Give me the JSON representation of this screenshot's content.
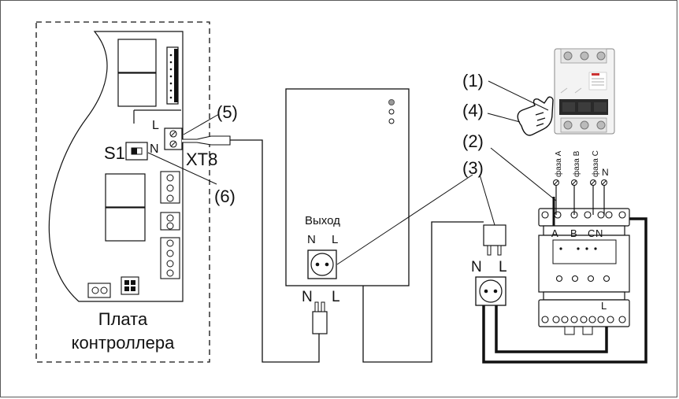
{
  "board": {
    "title_line1": "Плата",
    "title_line2": "контроллера",
    "switch_label": "S1",
    "terminal_label": "XT8",
    "terminal_L": "L",
    "terminal_N": "N"
  },
  "callouts": {
    "c1": "(1)",
    "c2": "(2)",
    "c3": "(3)",
    "c4": "(4)",
    "c5": "(5)",
    "c6": "(6)"
  },
  "unit": {
    "output_label": "Выход",
    "N": "N",
    "L": "L"
  },
  "plug_left": {
    "N": "N",
    "L": "L"
  },
  "socket_right": {
    "N": "N",
    "L": "L"
  },
  "meter": {
    "phase_a": "фаза A",
    "phase_b": "фаза B",
    "phase_c": "фаза C",
    "neutral": "N",
    "A": "A",
    "B": "B",
    "C": "C",
    "N": "N",
    "L": "L"
  },
  "colors": {
    "line": "#111111",
    "accent_dot": "#9a9a9a"
  }
}
